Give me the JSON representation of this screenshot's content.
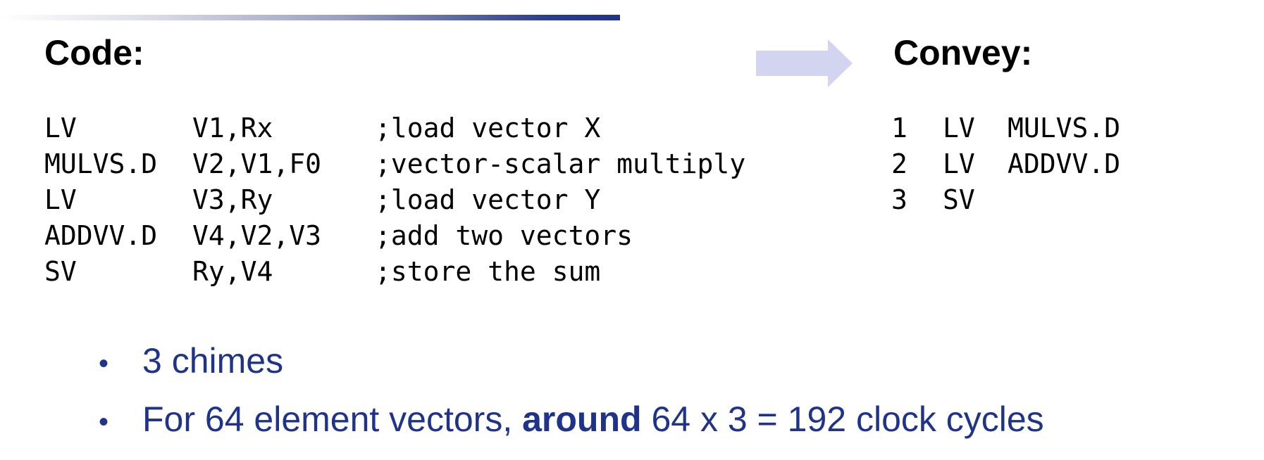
{
  "headings": {
    "code": "Code:",
    "convey": "Convey:"
  },
  "code_lines": [
    {
      "op": "LV",
      "args": "V1,Rx",
      "comment": ";load vector X"
    },
    {
      "op": "MULVS.D",
      "args": "V2,V1,F0",
      "comment": ";vector-scalar multiply"
    },
    {
      "op": "LV",
      "args": "V3,Ry",
      "comment": ";load vector Y"
    },
    {
      "op": "ADDVV.D",
      "args": "V4,V2,V3",
      "comment": ";add two vectors"
    },
    {
      "op": "SV",
      "args": "Ry,V4",
      "comment": ";store the sum"
    }
  ],
  "convey_rows": [
    {
      "num": "1",
      "a": "LV",
      "b": "MULVS.D"
    },
    {
      "num": "2",
      "a": "LV",
      "b": "ADDVV.D"
    },
    {
      "num": "3",
      "a": "SV",
      "b": ""
    }
  ],
  "bullets": {
    "marker": "•",
    "item1": "3 chimes",
    "item2_pre": "For 64 element vectors, ",
    "item2_bold": "around",
    "item2_post": " 64 x 3 = 192 clock cycles"
  },
  "colors": {
    "bullet_text": "#1f3389",
    "arrow": "#d3d4ef",
    "rule_dark": "#1f3389"
  },
  "icons": {
    "arrow": "right-arrow-icon"
  }
}
